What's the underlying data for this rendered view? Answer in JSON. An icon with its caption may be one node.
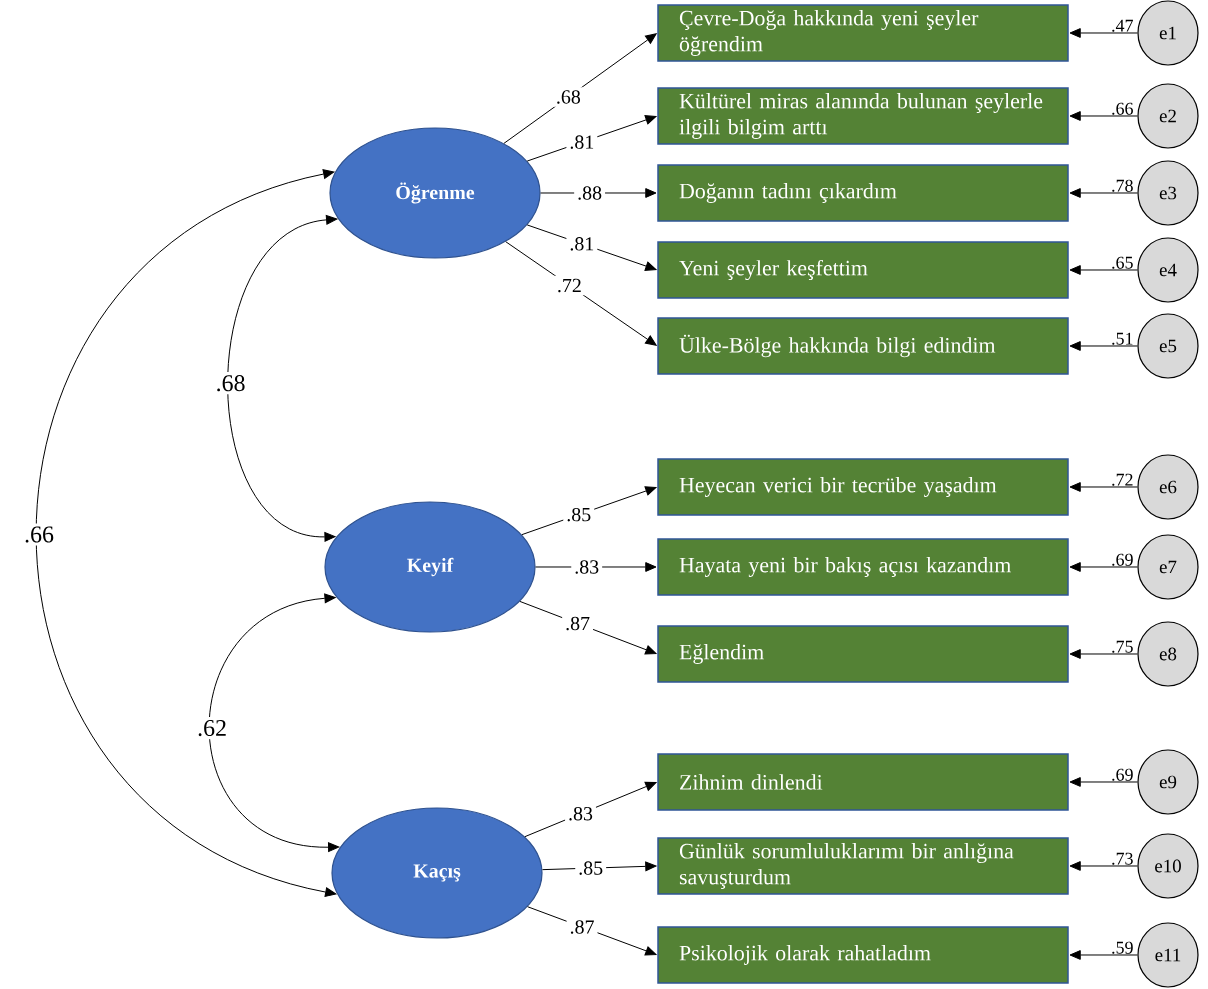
{
  "diagram": {
    "nodes": [
      {
        "text": [
          "Öğrenme"
        ]
      },
      {
        "text": [
          "Keyif"
        ]
      },
      {
        "text": [
          "Kaçış"
        ]
      },
      {
        "text": [
          "Çevre-Doğa hakkında yeni şeyler öğrendim"
        ]
      },
      {
        "text": [
          "Kültürel miras alanında bulunan şeylerle ilgili bilgim arttı"
        ]
      },
      {
        "text": [
          "Doğanın tadını çıkardım"
        ]
      },
      {
        "text": [
          "Yeni şeyler keşfettim"
        ]
      },
      {
        "text": [
          "Ülke-Bölge hakkında bilgi edindim"
        ]
      },
      {
        "text": [
          "Heyecan verici bir tecrübe yaşadım"
        ]
      },
      {
        "text": [
          "Hayata yeni bir bakış açısı kazandım"
        ]
      },
      {
        "text": [
          "Eğlendim"
        ]
      },
      {
        "text": [
          "Zihnim dinlendi"
        ]
      },
      {
        "text": [
          "Günlük sorumluluklarımı bir anlığına savuşturdum"
        ]
      },
      {
        "text": [
          "Psikolojik olarak rahatladım"
        ]
      },
      {
        "text": [
          "e1"
        ]
      },
      {
        "text": [
          "e2"
        ]
      },
      {
        "text": [
          "e3"
        ]
      },
      {
        "text": [
          "e4"
        ]
      },
      {
        "text": [
          "e5"
        ]
      },
      {
        "text": [
          "e6"
        ]
      },
      {
        "text": [
          "e7"
        ]
      },
      {
        "text": [
          "e8"
        ]
      },
      {
        "text": [
          "e9"
        ]
      },
      {
        "text": [
          "e10"
        ]
      },
      {
        "text": [
          "e11"
        ]
      }
    ],
    "edges": [
      {
        "from": 0,
        "to": 3,
        "arrow": "to",
        "label": ".68"
      },
      {
        "from": 0,
        "to": 4,
        "arrow": "to",
        "label": ".81"
      },
      {
        "from": 0,
        "to": 5,
        "arrow": "to",
        "label": ".88"
      },
      {
        "from": 0,
        "to": 6,
        "arrow": "to",
        "label": ".81"
      },
      {
        "from": 0,
        "to": 7,
        "arrow": "to",
        "label": ".72"
      },
      {
        "from": 1,
        "to": 8,
        "arrow": "to",
        "label": ".85"
      },
      {
        "from": 1,
        "to": 9,
        "arrow": "to",
        "label": ".83"
      },
      {
        "from": 1,
        "to": 10,
        "arrow": "to",
        "label": ".87"
      },
      {
        "from": 2,
        "to": 11,
        "arrow": "to",
        "label": ".83"
      },
      {
        "from": 2,
        "to": 12,
        "arrow": "to",
        "label": ".85"
      },
      {
        "from": 2,
        "to": 13,
        "arrow": "to",
        "label": ".87"
      },
      {
        "from": 14,
        "to": 3,
        "arrow": "to",
        "label": ".47"
      },
      {
        "from": 15,
        "to": 4,
        "arrow": "to",
        "label": ".66"
      },
      {
        "from": 16,
        "to": 5,
        "arrow": "to",
        "label": ".78"
      },
      {
        "from": 17,
        "to": 6,
        "arrow": "to",
        "label": ".65"
      },
      {
        "from": 18,
        "to": 7,
        "arrow": "to",
        "label": ".51"
      },
      {
        "from": 19,
        "to": 8,
        "arrow": "to",
        "label": ".72"
      },
      {
        "from": 20,
        "to": 9,
        "arrow": "to",
        "label": ".69"
      },
      {
        "from": 21,
        "to": 10,
        "arrow": "to",
        "label": ".75"
      },
      {
        "from": 22,
        "to": 11,
        "arrow": "to",
        "label": ".69"
      },
      {
        "from": 23,
        "to": 12,
        "arrow": "to",
        "label": ".73"
      },
      {
        "from": 24,
        "to": 13,
        "arrow": "to",
        "label": ".59"
      },
      {
        "from": 0,
        "to": 1,
        "arrow": "both",
        "label": ".68"
      },
      {
        "from": 1,
        "to": 2,
        "arrow": "both",
        "label": ".62"
      },
      {
        "from": 0,
        "to": 2,
        "arrow": "both",
        "label": ".66"
      }
    ]
  }
}
